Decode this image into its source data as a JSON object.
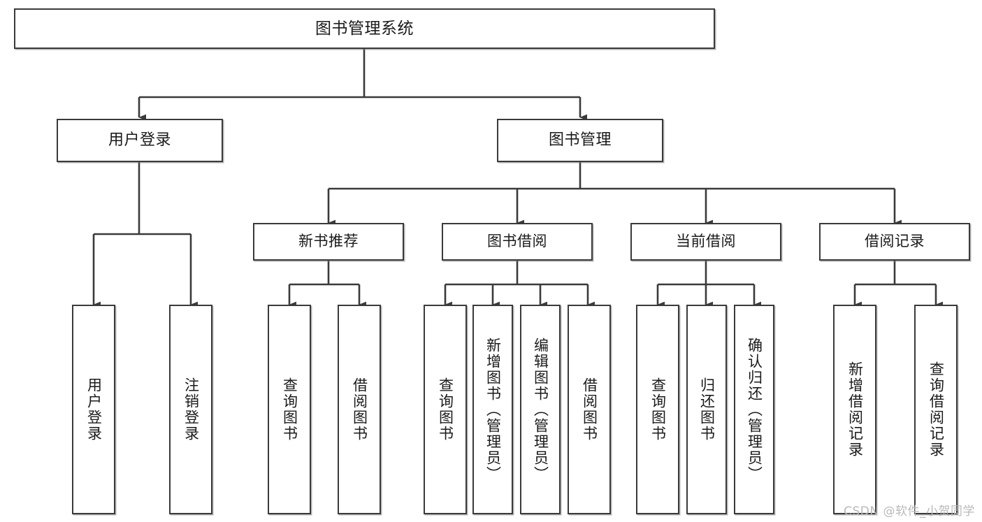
{
  "diagram": {
    "title": "图书管理系统",
    "type": "tree-structure-chart",
    "watermark": "CSDN @软件_小贺同学",
    "colors": {
      "box_border": "#3a3a3a",
      "box_fill": "#ffffff",
      "edge": "#3a3a3a",
      "text": "#1a1a1a",
      "watermark": "#b9b9b9"
    },
    "nodes": {
      "root": {
        "label": "图书管理系统"
      },
      "level2": [
        {
          "label": "用户登录"
        },
        {
          "label": "图书管理"
        }
      ],
      "level3": [
        {
          "label": "新书推荐"
        },
        {
          "label": "图书借阅"
        },
        {
          "label": "当前借阅"
        },
        {
          "label": "借阅记录"
        }
      ],
      "leaves": {
        "user_login": [
          {
            "label": "用户登录"
          },
          {
            "label": "注销登录"
          }
        ],
        "new_book_recommend": [
          {
            "label": "查询图书"
          },
          {
            "label": "借阅图书"
          }
        ],
        "book_borrow": [
          {
            "label": "查询图书"
          },
          {
            "label": "新增图书（管理员）"
          },
          {
            "label": "编辑图书（管理员）"
          },
          {
            "label": "借阅图书"
          }
        ],
        "current_borrow": [
          {
            "label": "查询图书"
          },
          {
            "label": "归还图书"
          },
          {
            "label": "确认归还（管理员）"
          }
        ],
        "borrow_record": [
          {
            "label": "新增借阅记录"
          },
          {
            "label": "查询借阅记录"
          }
        ]
      }
    }
  }
}
